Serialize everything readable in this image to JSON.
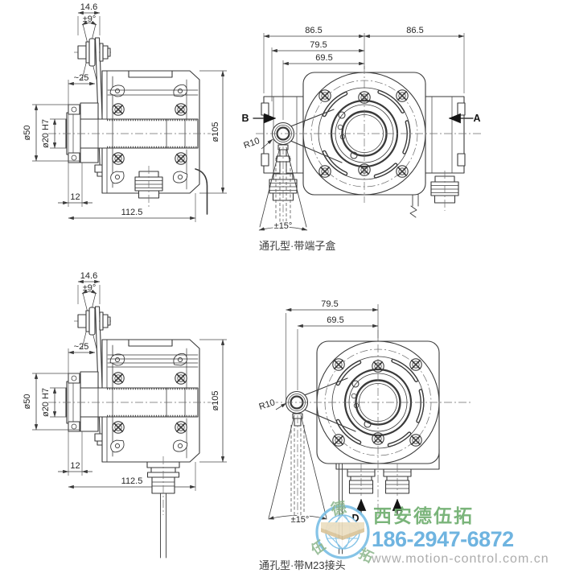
{
  "drawing": {
    "side_view_dims": {
      "pin_width": "14.6",
      "pin_swing": "±9°",
      "clearance": "~25",
      "collar_dia": "ø50",
      "bore_dia": "ø20 H7",
      "body_dia": "ø105",
      "flange_depth": "12",
      "total_length": "112.5"
    },
    "front_view_top": {
      "dim_half_left": "86.5",
      "dim_half_right": "86.5",
      "dim_mid": "79.5",
      "dim_inner": "69.5",
      "radius_label": "R10",
      "swing_label": "±15°",
      "view_label_b": "B",
      "view_label_a": "A",
      "caption": "通孔型·带端子盒"
    },
    "front_view_bottom": {
      "dim_mid": "79.5",
      "dim_inner": "69.5",
      "radius_label": "R10",
      "swing_label": "±15°",
      "view_label_d": "D",
      "caption": "通孔型·带M23接头"
    }
  },
  "watermark": {
    "company": "西安德伍拓",
    "phone": "186-2947-6872",
    "website": "www.motion-control.com.cn",
    "logo_chars": [
      "德",
      "伍",
      "拓"
    ]
  },
  "colors": {
    "line": "#3a3a3a",
    "dim_text": "#262626",
    "company_green": "#6fae6f",
    "phone_blue": "#63aede",
    "url_gray": "#a6a6a6",
    "logo_blue": "#7cc0e6",
    "ribbon_tan": "#d8c193"
  }
}
